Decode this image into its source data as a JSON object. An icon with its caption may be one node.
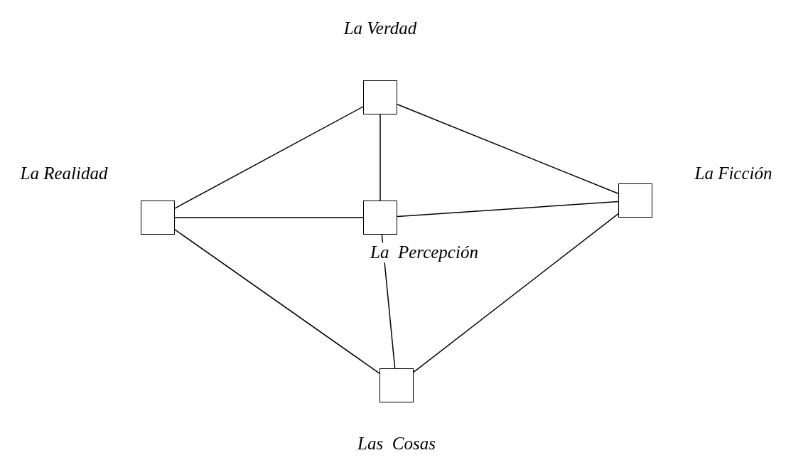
{
  "diagram": {
    "nodes": [
      {
        "text": [],
        "shape": "box",
        "beside": [
          "La Verdad"
        ]
      },
      {
        "text": [],
        "shape": "box",
        "beside": [
          "La Realidad"
        ]
      },
      {
        "text": [],
        "shape": "box",
        "beside": [
          "La Ficción"
        ]
      },
      {
        "text": [],
        "shape": "box",
        "beside": [
          "La  Percepción"
        ]
      },
      {
        "text": [],
        "shape": "box",
        "beside": [
          "Las  Cosas"
        ]
      }
    ],
    "edges": [
      {
        "from": 0,
        "to": 1,
        "arrow": "none"
      },
      {
        "from": 0,
        "to": 3,
        "arrow": "none"
      },
      {
        "from": 0,
        "to": 2,
        "arrow": "none"
      },
      {
        "from": 1,
        "to": 3,
        "arrow": "none"
      },
      {
        "from": 3,
        "to": 2,
        "arrow": "none"
      },
      {
        "from": 1,
        "to": 4,
        "arrow": "none"
      },
      {
        "from": 3,
        "to": 4,
        "arrow": "none"
      },
      {
        "from": 2,
        "to": 4,
        "arrow": "none"
      }
    ]
  }
}
